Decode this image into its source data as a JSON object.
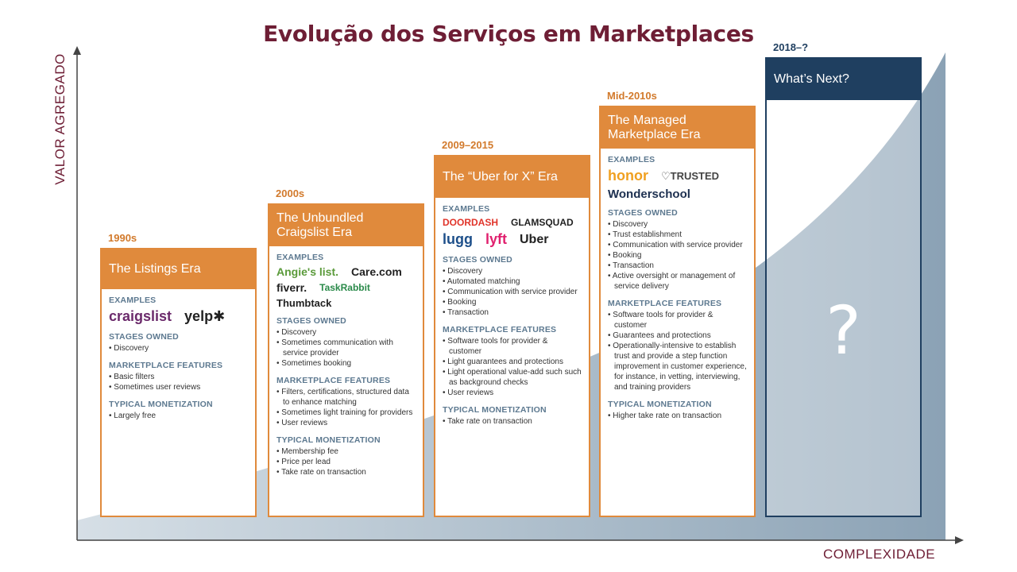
{
  "title": "Evolução dos Serviços em Marketplaces",
  "axes": {
    "y_label": "VALOR AGREGADO",
    "x_label": "COMPLEXIDADE"
  },
  "colors": {
    "title": "#6e1e35",
    "era_orange": "#e08a3c",
    "next_navy": "#1f3f60",
    "section_blue": "#5d7990"
  },
  "eras": [
    {
      "period": "1990s",
      "name": "The Listings Era",
      "examples_label": "EXAMPLES",
      "logos": [
        {
          "text": "craigslist",
          "color": "#6b2a6b"
        },
        {
          "text": "yelp✱",
          "color": "#222222"
        }
      ],
      "sections": [
        {
          "label": "STAGES OWNED",
          "items": [
            "Discovery"
          ]
        },
        {
          "label": "MARKETPLACE FEATURES",
          "items": [
            "Basic filters",
            "Sometimes user reviews"
          ]
        },
        {
          "label": "TYPICAL MONETIZATION",
          "items": [
            "Largely free"
          ]
        }
      ]
    },
    {
      "period": "2000s",
      "name": "The Unbundled Craigslist Era",
      "examples_label": "EXAMPLES",
      "logos": [
        {
          "text": "Angie's list.",
          "color": "#5a9a3a"
        },
        {
          "text": "Care.com",
          "color": "#222222"
        },
        {
          "text": "fiverr.",
          "color": "#222222"
        },
        {
          "text": "TaskRabbit",
          "color": "#2a8a4a"
        },
        {
          "text": "Thumbtack",
          "color": "#222222"
        }
      ],
      "sections": [
        {
          "label": "STAGES OWNED",
          "items": [
            "Discovery",
            "Sometimes communication with service provider",
            "Sometimes booking"
          ]
        },
        {
          "label": "MARKETPLACE FEATURES",
          "items": [
            "Filters, certifications, structured data to enhance matching",
            "Sometimes light training for providers",
            "User reviews"
          ]
        },
        {
          "label": "TYPICAL MONETIZATION",
          "items": [
            "Membership fee",
            "Price per lead",
            "Take rate on transaction"
          ]
        }
      ]
    },
    {
      "period": "2009–2015",
      "name": "The “Uber for X” Era",
      "examples_label": "EXAMPLES",
      "logos": [
        {
          "text": "DOORDASH",
          "color": "#e0342a"
        },
        {
          "text": "GLAMSQUAD",
          "color": "#222222"
        },
        {
          "text": "lugg",
          "color": "#1d4f8a"
        },
        {
          "text": "lyft",
          "color": "#e0206e"
        },
        {
          "text": "Uber",
          "color": "#222222"
        }
      ],
      "sections": [
        {
          "label": "STAGES OWNED",
          "items": [
            "Discovery",
            "Automated matching",
            "Communication with service provider",
            "Booking",
            "Transaction"
          ]
        },
        {
          "label": "MARKETPLACE FEATURES",
          "items": [
            "Software tools for provider & customer",
            "Light guarantees and protections",
            "Light operational value-add such such as background checks",
            "User reviews"
          ]
        },
        {
          "label": "TYPICAL MONETIZATION",
          "items": [
            "Take rate on transaction"
          ]
        }
      ]
    },
    {
      "period": "Mid-2010s",
      "name": "The Managed Marketplace Era",
      "examples_label": "EXAMPLES",
      "logos": [
        {
          "text": "honor",
          "color": "#f0a020"
        },
        {
          "text": "♡TRUSTED",
          "color": "#444444"
        },
        {
          "text": "Wonderschool",
          "color": "#1d3050"
        }
      ],
      "sections": [
        {
          "label": "STAGES OWNED",
          "items": [
            "Discovery",
            "Trust establishment",
            "Communication with service provider",
            "Booking",
            "Transaction",
            "Active oversight or management of service delivery"
          ]
        },
        {
          "label": "MARKETPLACE FEATURES",
          "items": [
            "Software tools for provider & customer",
            "Guarantees and protections",
            "Operationally-intensive to establish trust and provide a step function improvement in customer experience, for instance, in vetting, interviewing, and training providers"
          ]
        },
        {
          "label": "TYPICAL MONETIZATION",
          "items": [
            "Higher take rate on transaction"
          ]
        }
      ]
    }
  ],
  "next": {
    "period": "2018–?",
    "name": "What’s Next?",
    "symbol": "?"
  }
}
